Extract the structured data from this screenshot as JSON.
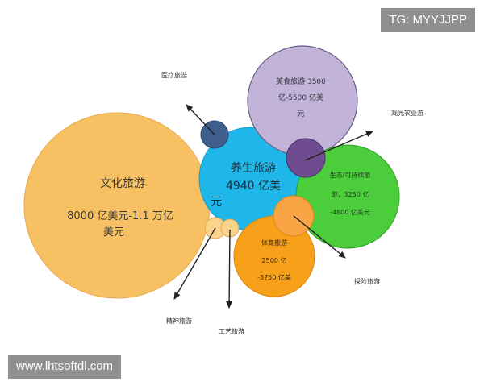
{
  "watermark": {
    "top_right": "TG: MYYJJPP",
    "bottom_left": "www.lhtsoftdl.com"
  },
  "bubbles": {
    "culture": {
      "line1": "文化旅游",
      "line2": "8000 亿美元-1.1 万亿",
      "line3": "美元",
      "color": "#f7c163"
    },
    "wellness": {
      "line1": "养生旅游",
      "line2": "4940 亿美",
      "line3": "元",
      "color": "#1fb6ea"
    },
    "food": {
      "line1": "美食旅游 3500",
      "line2": "亿-5500 亿美",
      "line3": "元",
      "color": "#c2b4d8"
    },
    "eco": {
      "line1": "生态/可持续旅",
      "line2": "游，3250 亿",
      "line3": "-4800 亿美元",
      "color": "#4ccd3c"
    },
    "sports": {
      "line1": "体育旅游",
      "line2": "2500 亿",
      "line3": "-3750 亿美",
      "color": "#f7a11a"
    },
    "medical": {
      "color": "#3f5e8e"
    },
    "agri": {
      "color": "#6f4c8f"
    },
    "adventure": {
      "color": "#f9a545"
    },
    "spirit": {
      "color": "#fad48a"
    },
    "craft": {
      "color": "#fad48a"
    }
  },
  "labels": {
    "medical": "医疗旅游",
    "agri": "观光农业游",
    "adventure": "探险旅游",
    "spirit": "精神旅游",
    "craft": "工艺旅游"
  }
}
